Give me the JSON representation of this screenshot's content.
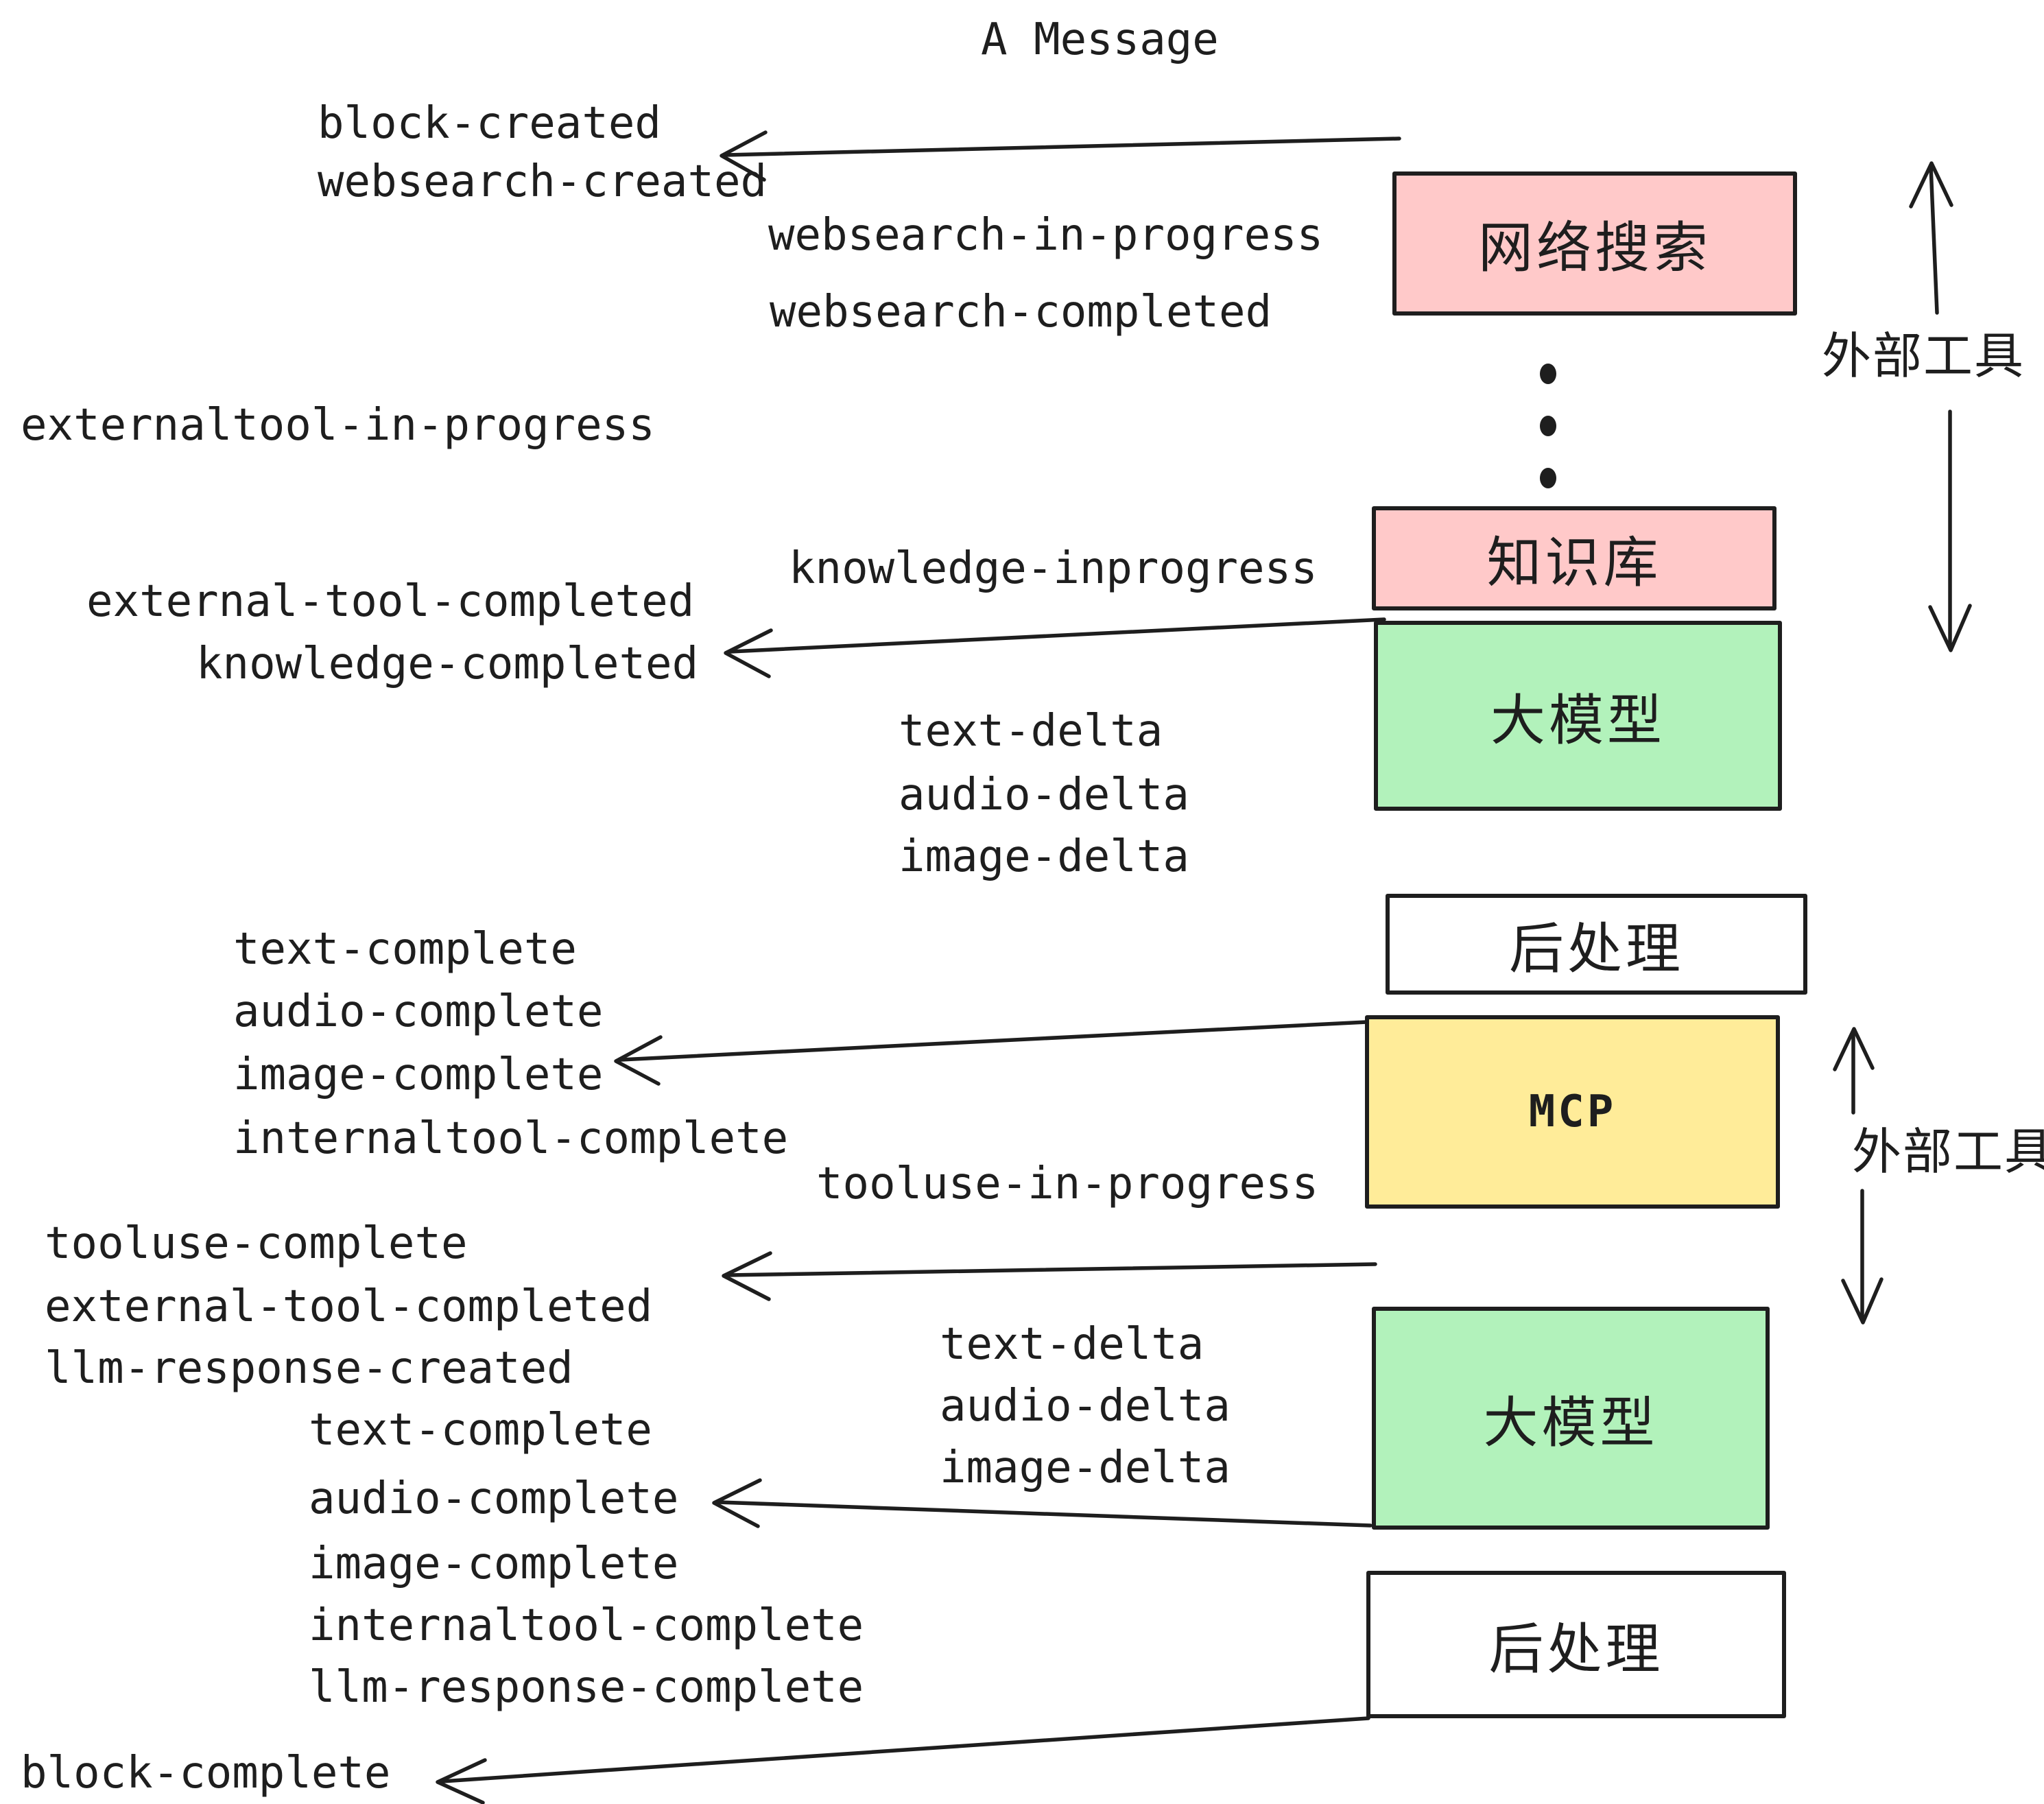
{
  "title": "A Message",
  "events": {
    "block_created": "block-created",
    "websearch_created": "websearch-created",
    "websearch_in_progress": "websearch-in-progress",
    "websearch_completed": "websearch-completed",
    "externaltool_in_progress": "externaltool-in-progress",
    "knowledge_inprogress": "knowledge-inprogress",
    "external_tool_completed_1": "external-tool-completed",
    "knowledge_completed": "knowledge-completed",
    "text_delta_1": "text-delta",
    "audio_delta_1": "audio-delta",
    "image_delta_1": "image-delta",
    "text_complete_1": "text-complete",
    "audio_complete_1": "audio-complete",
    "image_complete_1": "image-complete",
    "internaltool_complete_1": "internaltool-complete",
    "tooluse_in_progress": "tooluse-in-progress",
    "tooluse_complete": "tooluse-complete",
    "external_tool_completed_2": "external-tool-completed",
    "llm_response_created": "llm-response-created",
    "text_delta_2": "text-delta",
    "audio_delta_2": "audio-delta",
    "image_delta_2": "image-delta",
    "text_complete_2": "text-complete",
    "audio_complete_2": "audio-complete",
    "image_complete_2": "image-complete",
    "internaltool_complete_2": "internaltool-complete",
    "llm_response_complete": "llm-response-complete",
    "block_complete": "block-complete"
  },
  "boxes": {
    "websearch": {
      "label": "网络搜索",
      "color": "#ffc9c9"
    },
    "knowledge": {
      "label": "知识库",
      "color": "#ffc9c9"
    },
    "llm_1": {
      "label": "大模型",
      "color": "#b2f2bb"
    },
    "postprocess_1": {
      "label": "后处理",
      "color": "#ffffff"
    },
    "mcp": {
      "label": "MCP",
      "color": "#ffec99"
    },
    "llm_2": {
      "label": "大模型",
      "color": "#b2f2bb"
    },
    "postprocess_2": {
      "label": "后处理",
      "color": "#ffffff"
    }
  },
  "annotations": {
    "external_tools_1": "外部工具",
    "external_tools_2": "外部工具"
  },
  "colors": {
    "ink": "#1e1e1e",
    "pink": "#ffc9c9",
    "green": "#b2f2bb",
    "yellow": "#ffec99",
    "white": "#ffffff"
  }
}
